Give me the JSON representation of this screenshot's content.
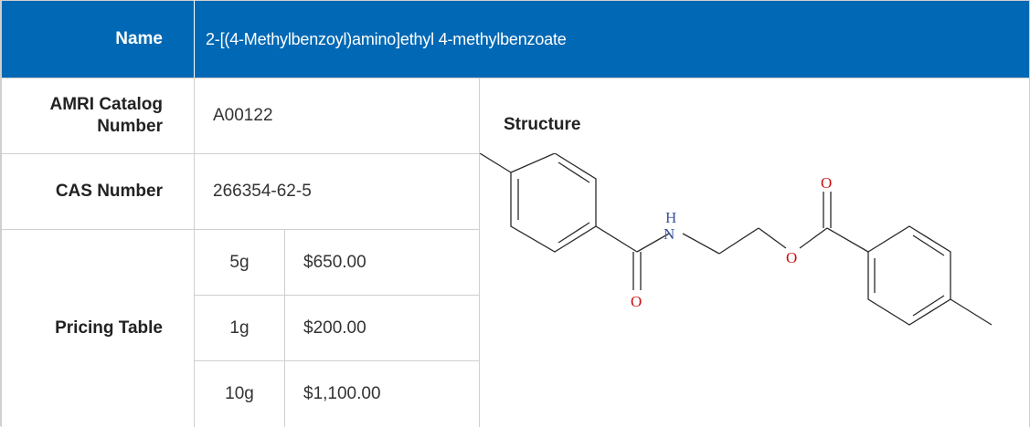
{
  "header": {
    "name_label": "Name",
    "name_value": "2-[(4-Methylbenzoyl)amino]ethyl 4-methylbenzoate"
  },
  "catalog": {
    "label": "AMRI Catalog Number",
    "value": "A00122"
  },
  "cas": {
    "label": "CAS Number",
    "value": "266354-62-5"
  },
  "pricing": {
    "label": "Pricing Table",
    "rows": [
      {
        "quantity": "5g",
        "price": "$650.00"
      },
      {
        "quantity": "1g",
        "price": "$200.00"
      },
      {
        "quantity": "10g",
        "price": "$1,100.00"
      }
    ]
  },
  "structure": {
    "title": "Structure",
    "atoms": {
      "nitrogen_h": "H",
      "nitrogen": "N",
      "amide_oxygen": "O",
      "ester_oxygen": "O",
      "carbonyl_oxygen": "O"
    }
  },
  "colors": {
    "header_bg": "#0068b4",
    "border": "#cfcfcf",
    "oxygen": "#cc1111",
    "nitrogen": "#3a4fa0"
  }
}
